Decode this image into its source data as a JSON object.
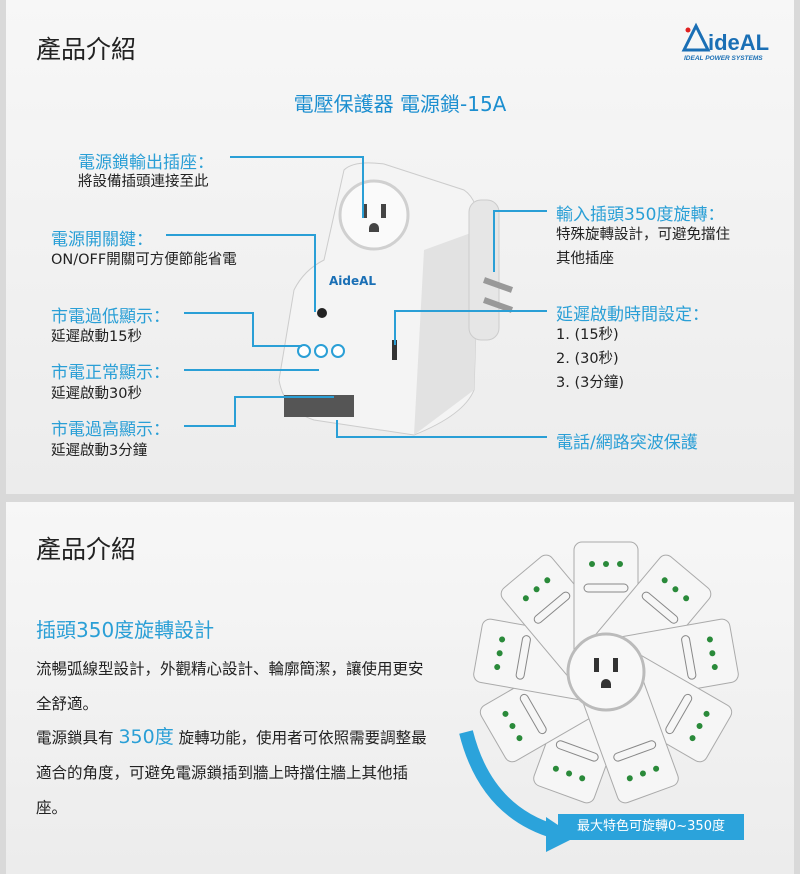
{
  "logo": {
    "text": "AideAL",
    "sub": "IDEAL POWER SYSTEMS"
  },
  "section1": {
    "heading": "產品介紹",
    "title": "電壓保護器  電源鎖-15A",
    "left": [
      {
        "label": "電源鎖輸出插座：",
        "desc": "將設備插頭連接至此"
      },
      {
        "label": "電源開關鍵：",
        "desc": "ON/OFF開關可方便節能省電"
      },
      {
        "label": "市電過低顯示：",
        "desc": "延遲啟動15秒"
      },
      {
        "label": "市電正常顯示：",
        "desc": "延遲啟動30秒"
      },
      {
        "label": "市電過高顯示：",
        "desc": "延遲啟動3分鐘"
      }
    ],
    "right": [
      {
        "label": "輸入插頭350度旋轉：",
        "desc": [
          "特殊旋轉設計，可避免擋住",
          "其他插座"
        ]
      },
      {
        "label": "延遲啟動時間設定：",
        "desc": [
          "1. (15秒)",
          "2. (30秒)",
          "3. (3分鐘)"
        ]
      },
      {
        "label": "電話/網路突波保護",
        "desc": []
      }
    ]
  },
  "section2": {
    "heading": "產品介紹",
    "subtitle": "插頭350度旋轉設計",
    "para1": "流暢弧線型設計，外觀精心設計、輪廓簡潔，讓使用更安全舒適。",
    "para2_before": "電源鎖具有 ",
    "para2_highlight": "350度",
    "para2_after": " 旋轉功能，使用者可依照需要調整最適合的角度，可避免電源鎖插到牆上時擋住牆上其他插座。",
    "badge": "最大特色可旋轉0~350度"
  },
  "colors": {
    "accent": "#2a9fd6",
    "badge": "#2ba3db"
  }
}
